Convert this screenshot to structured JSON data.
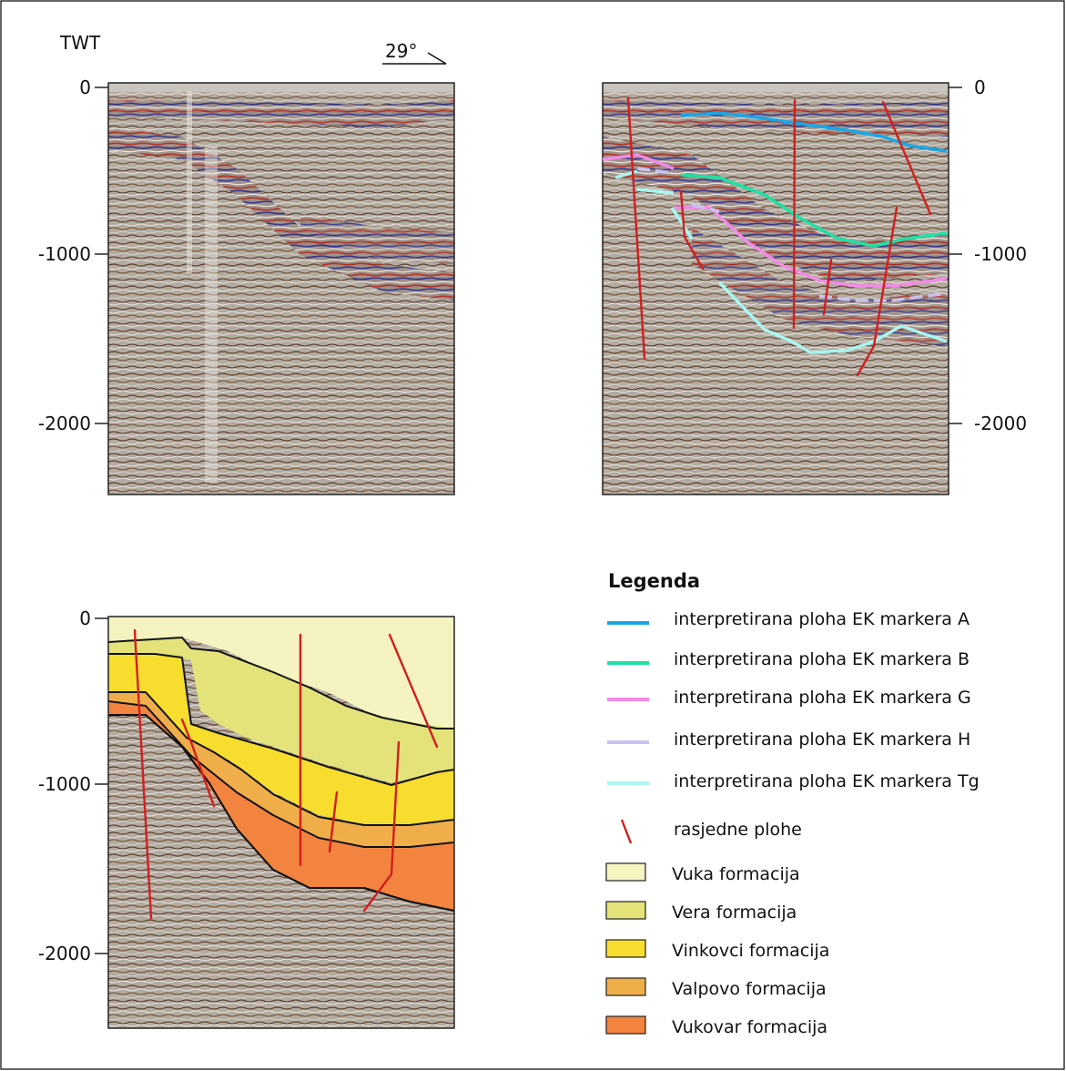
{
  "figure": {
    "axis_title": "TWT",
    "dip_label": "29°",
    "y_ticks": [
      "0",
      "-1000",
      "-2000"
    ],
    "legend": {
      "title": "Legenda",
      "items": [
        {
          "kind": "line",
          "label": "interpretirana ploha EK markera A",
          "color": "#1aa6e6"
        },
        {
          "kind": "line",
          "label": "interpretirana ploha EK markera B",
          "color": "#1ee0a2"
        },
        {
          "kind": "line",
          "label": "interpretirana ploha EK markera G",
          "color": "#f28be6"
        },
        {
          "kind": "line",
          "label": "interpretirana ploha EK markera H",
          "color": "#c9c2ee"
        },
        {
          "kind": "line",
          "label": "interpretirana ploha EK markera Tg",
          "color": "#a8f6f0"
        },
        {
          "kind": "fault",
          "label": "rasjedne plohe",
          "color": "#d11f1f"
        },
        {
          "kind": "box",
          "label": "Vuka formacija",
          "color": "#f5f3bf"
        },
        {
          "kind": "box",
          "label": "Vera formacija",
          "color": "#e3e37a"
        },
        {
          "kind": "box",
          "label": "Vinkovci formacija",
          "color": "#f6dd2e"
        },
        {
          "kind": "box",
          "label": "Valpovo formacija",
          "color": "#f0ae4a"
        },
        {
          "kind": "box",
          "label": "Vukovar formacija",
          "color": "#f2843f"
        }
      ]
    }
  }
}
